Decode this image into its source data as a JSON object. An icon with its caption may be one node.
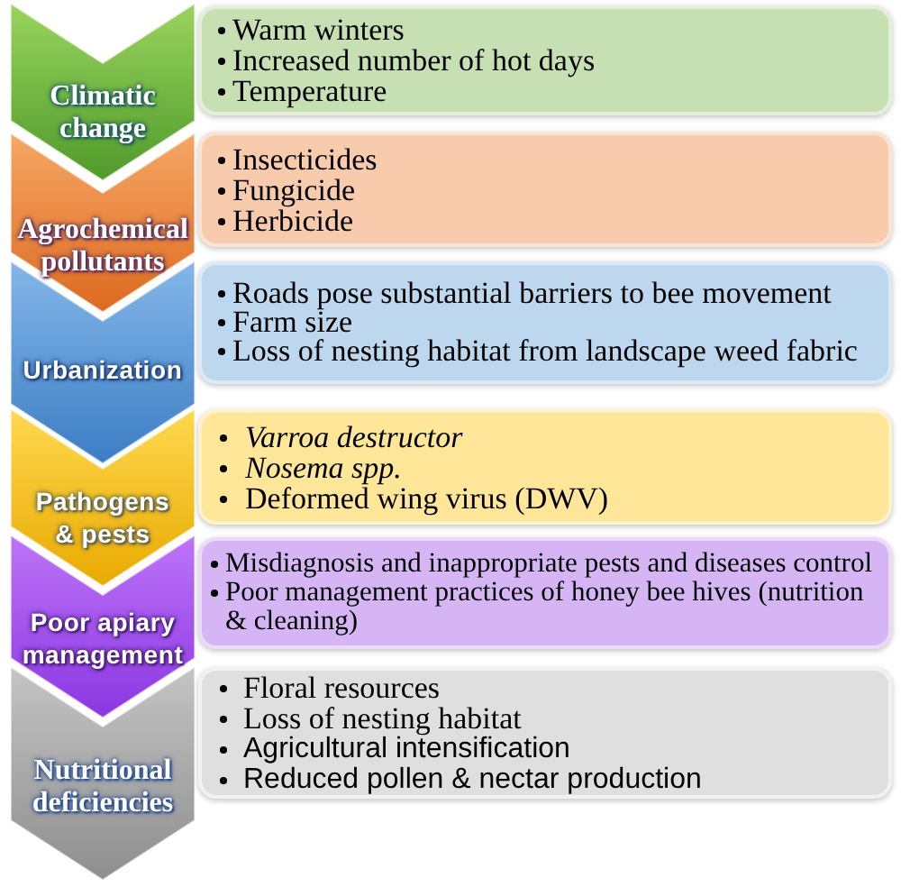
{
  "diagram": {
    "nodes": [
      {
        "text": [
          "Climatic change"
        ]
      },
      {
        "text": [
          "Warm winters",
          "Increased number of hot days",
          "Temperature"
        ]
      },
      {
        "text": [
          "Agrochemical pollutants"
        ]
      },
      {
        "text": [
          "Insecticides",
          "Fungicide",
          "Herbicide"
        ]
      },
      {
        "text": [
          "Urbanization"
        ]
      },
      {
        "text": [
          "Roads pose substantial barriers to bee movement",
          "Farm size",
          "Loss of nesting habitat from landscape weed fabric"
        ]
      },
      {
        "text": [
          "Pathogens & pests"
        ]
      },
      {
        "text": [
          "Varroa destructor",
          "Nosema spp.",
          "Deformed wing virus (DWV)"
        ]
      },
      {
        "text": [
          "Poor apiary management"
        ]
      },
      {
        "text": [
          "Misdiagnosis and inappropriate pests and diseases control",
          "Poor management practices of honey bee hives (nutrition & cleaning)"
        ]
      },
      {
        "text": [
          "Nutritional deficiencies"
        ]
      },
      {
        "text": [
          "Floral resources",
          "Loss of nesting habitat",
          "Agricultural intensification",
          "Reduced pollen & nectar production"
        ]
      }
    ]
  }
}
